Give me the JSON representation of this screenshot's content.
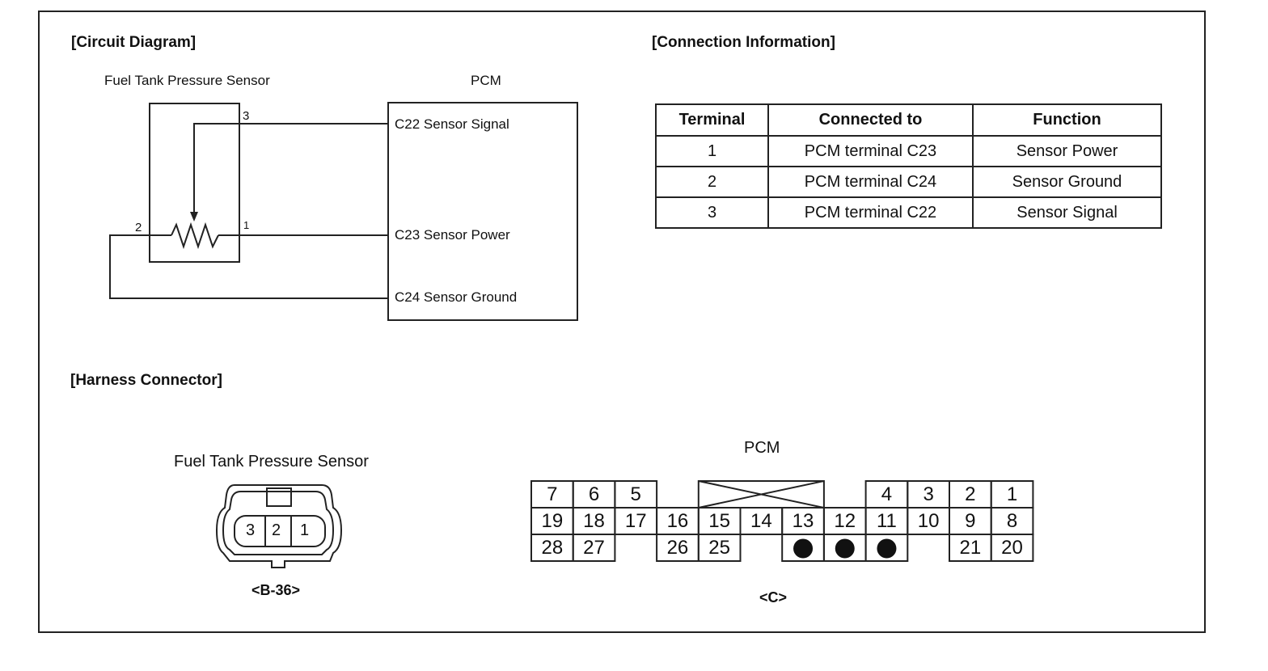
{
  "sections": {
    "circuit": "[Circuit Diagram]",
    "connection": "[Connection Information]",
    "harness": "[Harness Connector]"
  },
  "circuit": {
    "sensor_title": "Fuel Tank Pressure Sensor",
    "pcm_title": "PCM",
    "sensor_pins": [
      "3",
      "2",
      "1"
    ],
    "pcm_terminals": [
      "C22 Sensor Signal",
      "C23 Sensor Power",
      "C24 Sensor Ground"
    ]
  },
  "connection_table": {
    "headers": [
      "Terminal",
      "Connected to",
      "Function"
    ],
    "rows": [
      [
        "1",
        "PCM terminal C23",
        "Sensor Power"
      ],
      [
        "2",
        "PCM terminal C24",
        "Sensor Ground"
      ],
      [
        "3",
        "PCM terminal C22",
        "Sensor Signal"
      ]
    ]
  },
  "harness": {
    "sensor_title": "Fuel Tank Pressure Sensor",
    "sensor_pins": [
      "3",
      "2",
      "1"
    ],
    "sensor_code": "<B-36>",
    "pcm_title": "PCM",
    "pcm_code": "<C>",
    "pcm_row1": [
      "7",
      "6",
      "5",
      "4",
      "3",
      "2",
      "1"
    ],
    "pcm_row2": [
      "19",
      "18",
      "17",
      "16",
      "15",
      "14",
      "13",
      "12",
      "11",
      "10",
      "9",
      "8"
    ],
    "pcm_row3": [
      "28",
      "27",
      "26",
      "25",
      "21",
      "20"
    ]
  }
}
